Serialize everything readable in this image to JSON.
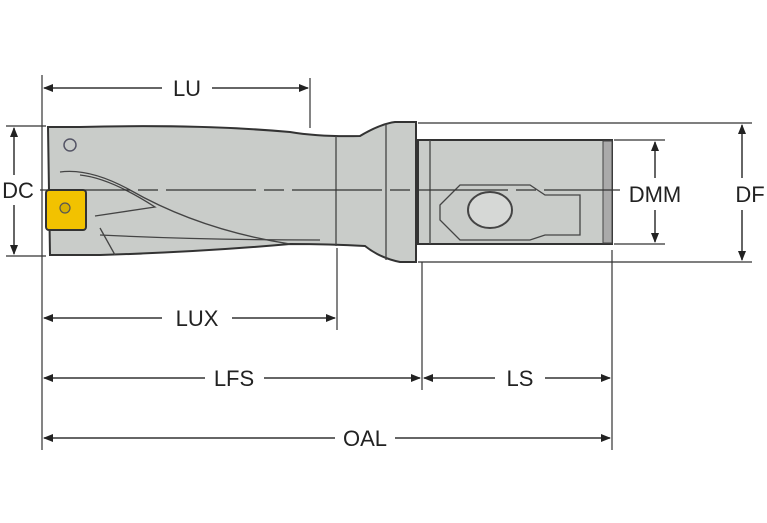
{
  "labels": {
    "lu": "LU",
    "dc": "DC",
    "dmm": "DMM",
    "df": "DF",
    "lux": "LUX",
    "lfs": "LFS",
    "ls": "LS",
    "oal": "OAL"
  },
  "colors": {
    "tool_body": "#c9ccc9",
    "insert": "#f2c200",
    "lines": "#333333"
  }
}
